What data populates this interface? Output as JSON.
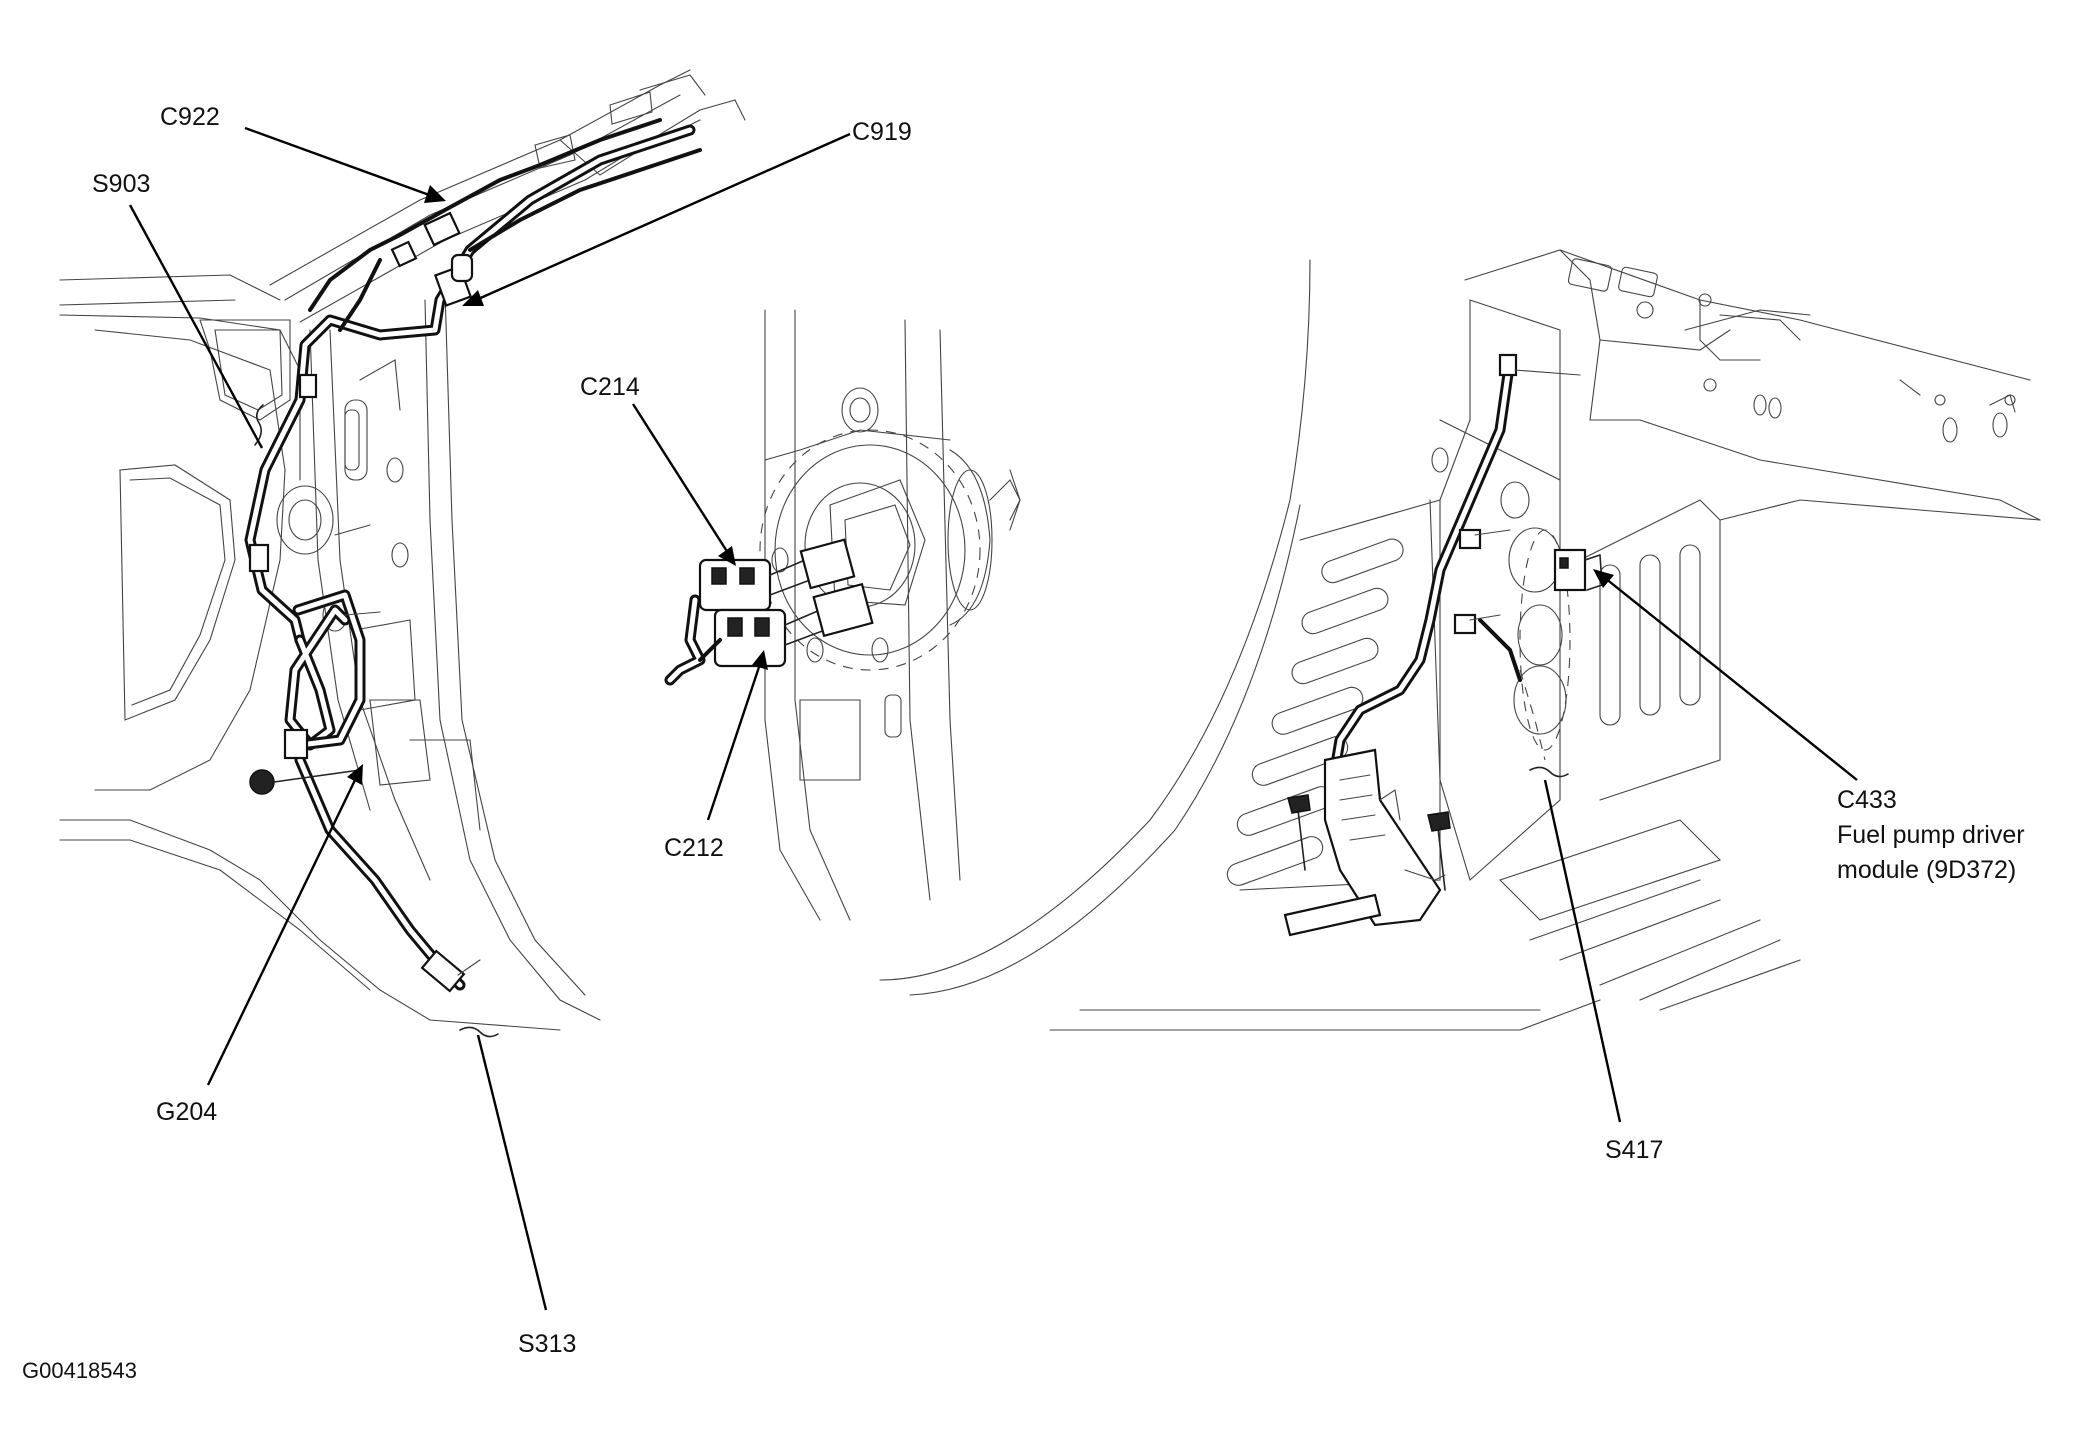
{
  "diagram": {
    "figure_id": "G00418543",
    "labels": {
      "c922": "C922",
      "c919": "C919",
      "s903": "S903",
      "c214": "C214",
      "c212": "C212",
      "g204": "G204",
      "s313": "S313",
      "s417": "S417",
      "c433_code": "C433",
      "c433_line1": "Fuel pump driver",
      "c433_line2": "module (9D372)"
    }
  }
}
